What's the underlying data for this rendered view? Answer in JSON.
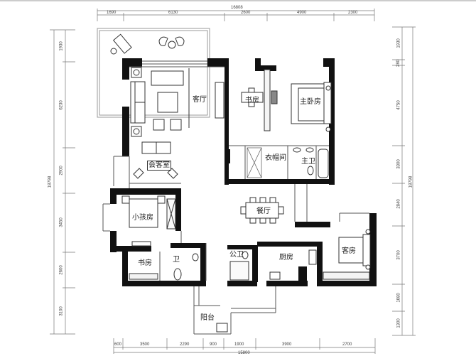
{
  "rooms": {
    "living_room": "客厅",
    "reception_room": "会客室",
    "study_north": "书房",
    "master_bedroom": "主卧房",
    "walk_in_closet": "衣帽间",
    "master_bath": "主卫",
    "dining_room": "餐厅",
    "kids_room": "小孩房",
    "study_south": "书房",
    "bathroom": "卫",
    "public_bath": "公卫",
    "kitchen": "厨房",
    "guest_room": "客房",
    "balcony": "阳台"
  },
  "dimensions": {
    "top_total": "16808",
    "top": [
      "1690",
      "6130",
      "2600",
      "4900",
      "2300"
    ],
    "bottom_total": "15800",
    "bottom": [
      "600",
      "3500",
      "2290",
      "900",
      "1900",
      "3900",
      "2700"
    ],
    "left_total": "18798",
    "left": [
      "1930",
      "6230",
      "2900",
      "3450",
      "2600",
      "3100"
    ],
    "right_total": "18798",
    "right": [
      "1930",
      "280",
      "4750",
      "3300",
      "2840",
      "3700",
      "1680",
      "1300"
    ]
  }
}
